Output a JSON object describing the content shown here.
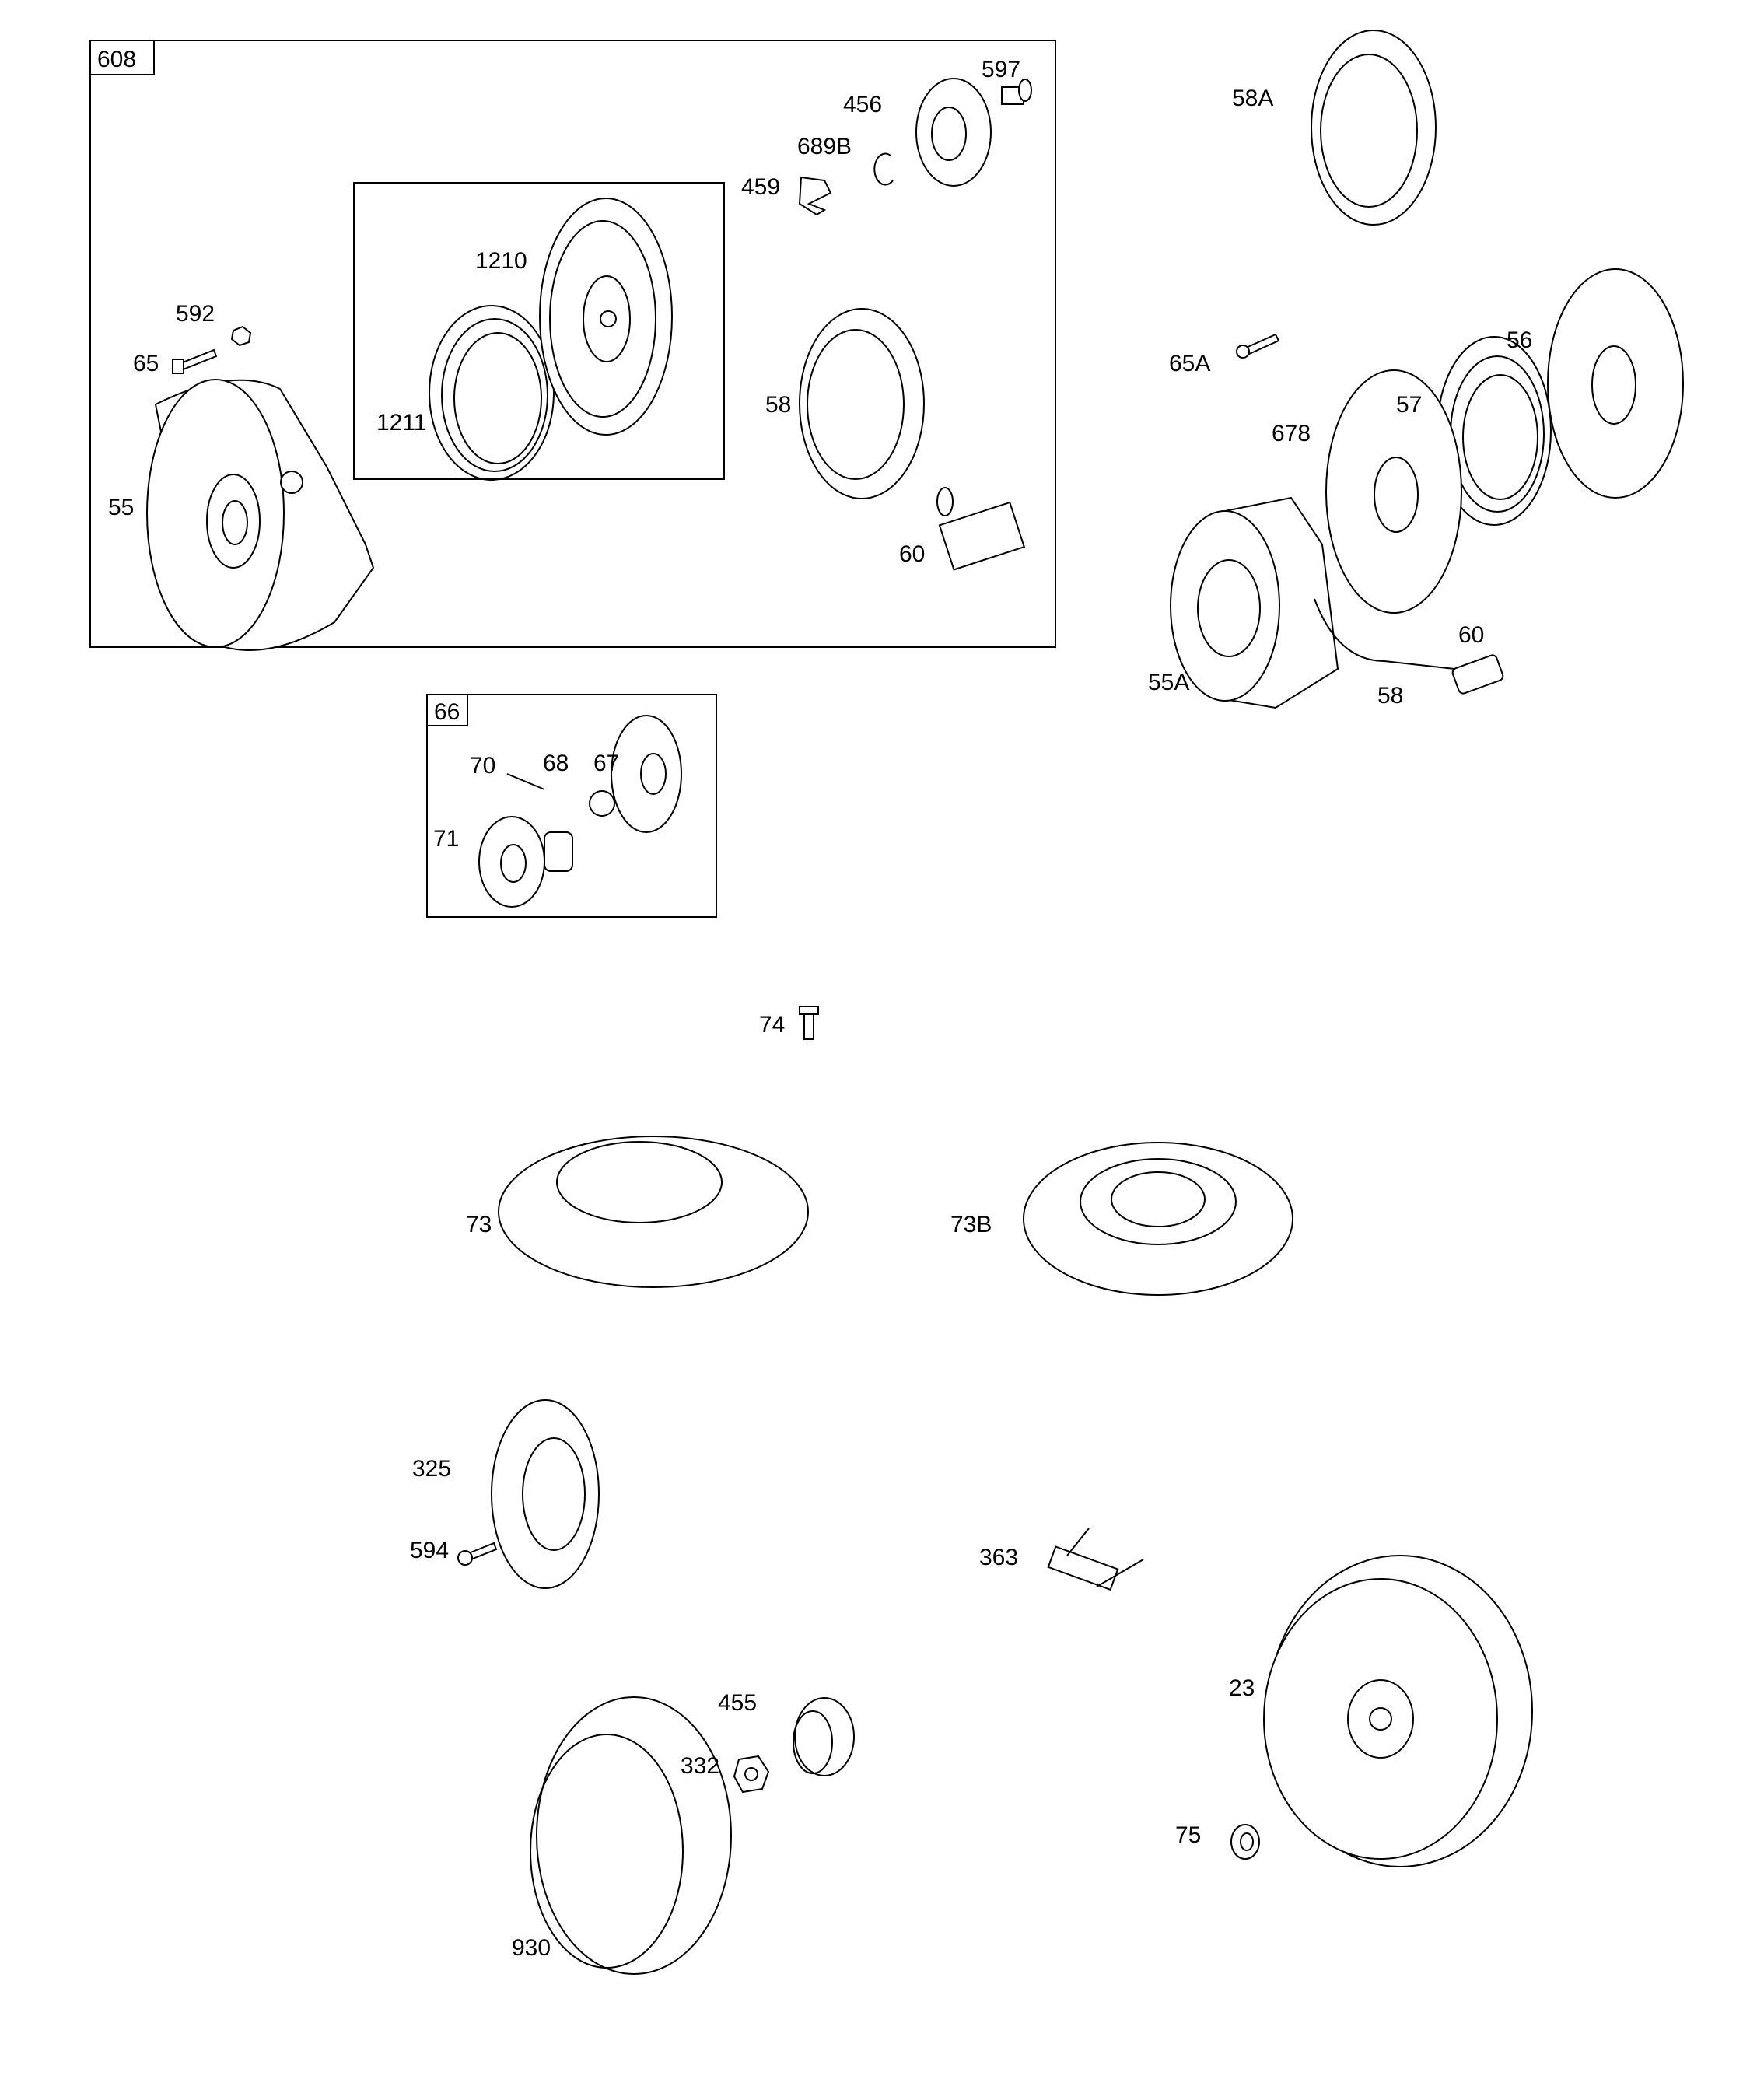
{
  "groups": {
    "g608": "608",
    "g66": "66"
  },
  "labels": {
    "l597": "597",
    "l456": "456",
    "l689B": "689B",
    "l459": "459",
    "l1210": "1210",
    "l592": "592",
    "l65": "65",
    "l1211": "1211",
    "l58": "58",
    "l55": "55",
    "l60": "60",
    "l58A": "58A",
    "l65A": "65A",
    "l56": "56",
    "l57": "57",
    "l678": "678",
    "l60b": "60",
    "l55A": "55A",
    "l58b": "58",
    "l67": "67",
    "l70": "70",
    "l68": "68",
    "l71": "71",
    "l74": "74",
    "l73": "73",
    "l73B": "73B",
    "l325": "325",
    "l594": "594",
    "l363": "363",
    "l23": "23",
    "l455": "455",
    "l332": "332",
    "l75": "75",
    "l930": "930"
  }
}
